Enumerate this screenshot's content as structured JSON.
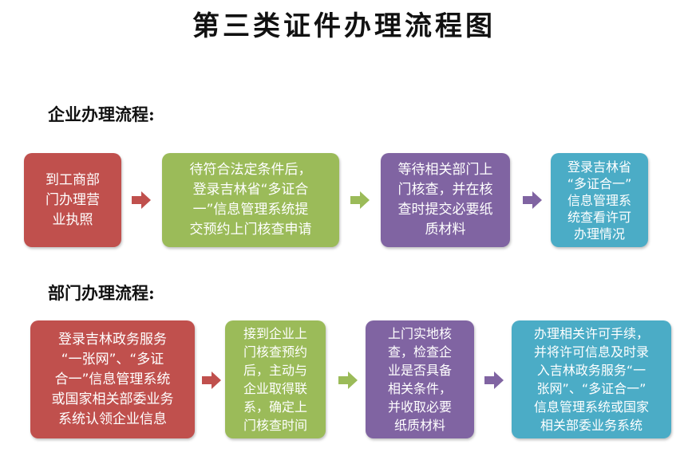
{
  "title": "第三类证件办理流程图",
  "enterprise": {
    "heading": "企业办理流程:",
    "steps": [
      "到工商部\n门办理营\n业执照",
      "待符合法定条件后，\n登录吉林省“多证合\n一”信息管理系统提\n交预约上门核查申请",
      "等待相关部门上\n门核查，并在核\n查时提交必要纸\n质材料",
      "登录吉林省\n“多证合一”\n信息管理系\n统查看许可\n办理情况"
    ]
  },
  "department": {
    "heading": "部门办理流程:",
    "steps": [
      "登录吉林政务服务\n“一张网”、“多证\n合一”信息管理系统\n或国家相关部委业务\n系统认领企业信息",
      "接到企业上\n门核查预约\n后，主动与\n企业取得联\n系，确定上\n门核查时间",
      "上门实地核\n查，检查企\n业是否具备\n相关条件，\n并收取必要\n纸质材料",
      "办理相关许可手续，\n并将许可信息及时录\n入吉林政务服务“一\n张网”、“多证合一”\n信息管理系统或国家\n相关部委业务系统"
    ]
  },
  "colors": {
    "red": "#c0504d",
    "green": "#9bbb59",
    "purple": "#8064a2",
    "teal": "#4bacc6"
  }
}
